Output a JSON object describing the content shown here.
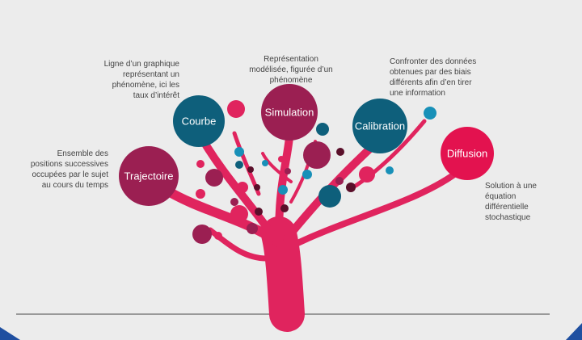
{
  "colors": {
    "crimson": "#9b1f52",
    "teal": "#0e5f7b",
    "pink": "#e0245e",
    "light_blue": "#1890b8",
    "dark": "#5a0f2a"
  },
  "nodes": [
    {
      "label": "Trajectoire",
      "description": "Ensemble des positions successives occupées par le sujet au cours du temps"
    },
    {
      "label": "Courbe",
      "description": "Ligne d’un graphique représentant un phénomène, ici les taux d’intérêt"
    },
    {
      "label": "Simulation",
      "description": "Représentation modélisée, figurée d’un phénomène"
    },
    {
      "label": "Calibration",
      "description": "Confronter des données obtenues par des biais différents afin d’en tirer une information"
    },
    {
      "label": "Diffusion",
      "description": "Solution à une équation différentielle stochastique"
    }
  ]
}
